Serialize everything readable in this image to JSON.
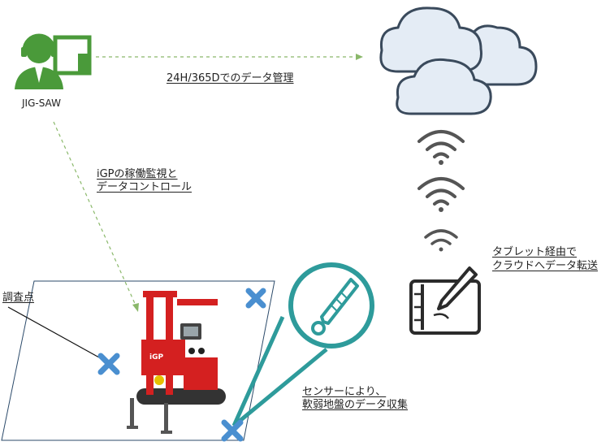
{
  "operator": {
    "label": "JIG-SAW"
  },
  "links": {
    "data_management": "24H/365Dでのデータ管理",
    "monitoring_line1": "iGPの稼働監視と",
    "monitoring_line2": "データコントロール",
    "tablet_line1": "タブレット経由で",
    "tablet_line2": "クラウドへデータ転送",
    "sensor_line1": "センサーにより、",
    "sensor_line2": "軟弱地盤のデータ収集",
    "survey_point": "調査点"
  },
  "machine": {
    "name": "iGP"
  },
  "colors": {
    "operator_green": "#4a9a3a",
    "cloud_outline": "#3a4a5c",
    "cloud_fill": "#e4ecf5",
    "teal": "#2e9b9b",
    "marker_blue": "#4a8fd0",
    "machine_red": "#d42020",
    "dashed_line": "#8ab86a"
  },
  "icons": [
    "operator-computer-icon",
    "cloud-icon",
    "wifi-icon",
    "tablet-pen-icon",
    "thermometer-icon",
    "survey-marker-icon"
  ]
}
